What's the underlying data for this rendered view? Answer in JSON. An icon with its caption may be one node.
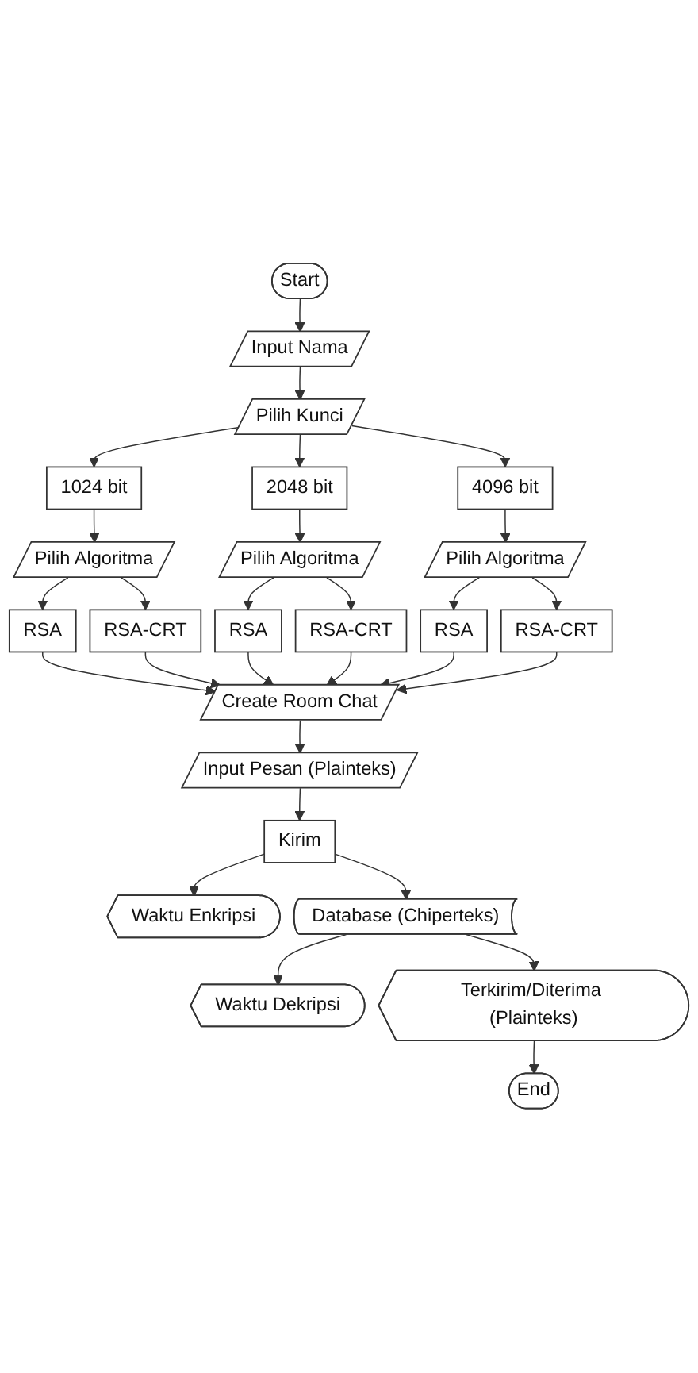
{
  "diagram": {
    "nodes": [
      {
        "text": [
          "Start"
        ]
      },
      {
        "text": [
          "Input Nama"
        ]
      },
      {
        "text": [
          "Pilih Kunci"
        ]
      },
      {
        "text": [
          "1024 bit"
        ]
      },
      {
        "text": [
          "2048 bit"
        ]
      },
      {
        "text": [
          "4096 bit"
        ]
      },
      {
        "text": [
          "Pilih Algoritma"
        ]
      },
      {
        "text": [
          "Pilih Algoritma"
        ]
      },
      {
        "text": [
          "Pilih Algoritma"
        ]
      },
      {
        "text": [
          "RSA"
        ]
      },
      {
        "text": [
          "RSA-CRT"
        ]
      },
      {
        "text": [
          "RSA"
        ]
      },
      {
        "text": [
          "RSA-CRT"
        ]
      },
      {
        "text": [
          "RSA"
        ]
      },
      {
        "text": [
          "RSA-CRT"
        ]
      },
      {
        "text": [
          "Create Room Chat"
        ]
      },
      {
        "text": [
          "Input Pesan (Plainteks)"
        ]
      },
      {
        "text": [
          "Kirim"
        ]
      },
      {
        "text": [
          "Waktu Enkripsi"
        ]
      },
      {
        "text": [
          "Database (Chiperteks)"
        ]
      },
      {
        "text": [
          "Waktu Dekripsi"
        ]
      },
      {
        "text": [
          "Terkirim/Diterima (Plainteks)"
        ]
      },
      {
        "text": [
          "End"
        ]
      }
    ],
    "edges": [
      {
        "from": 0,
        "to": 1,
        "arrow": "to"
      },
      {
        "from": 1,
        "to": 2,
        "arrow": "to"
      },
      {
        "from": 2,
        "to": 3,
        "arrow": "to"
      },
      {
        "from": 2,
        "to": 4,
        "arrow": "to"
      },
      {
        "from": 2,
        "to": 5,
        "arrow": "to"
      },
      {
        "from": 3,
        "to": 6,
        "arrow": "to"
      },
      {
        "from": 4,
        "to": 7,
        "arrow": "to"
      },
      {
        "from": 5,
        "to": 8,
        "arrow": "to"
      },
      {
        "from": 6,
        "to": 9,
        "arrow": "to"
      },
      {
        "from": 6,
        "to": 10,
        "arrow": "to"
      },
      {
        "from": 7,
        "to": 11,
        "arrow": "to"
      },
      {
        "from": 7,
        "to": 12,
        "arrow": "to"
      },
      {
        "from": 8,
        "to": 13,
        "arrow": "to"
      },
      {
        "from": 8,
        "to": 14,
        "arrow": "to"
      },
      {
        "from": 9,
        "to": 15,
        "arrow": "to"
      },
      {
        "from": 10,
        "to": 15,
        "arrow": "to"
      },
      {
        "from": 11,
        "to": 15,
        "arrow": "to"
      },
      {
        "from": 12,
        "to": 15,
        "arrow": "to"
      },
      {
        "from": 13,
        "to": 15,
        "arrow": "to"
      },
      {
        "from": 14,
        "to": 15,
        "arrow": "to"
      },
      {
        "from": 15,
        "to": 16,
        "arrow": "to"
      },
      {
        "from": 16,
        "to": 17,
        "arrow": "to"
      },
      {
        "from": 17,
        "to": 18,
        "arrow": "to"
      },
      {
        "from": 17,
        "to": 19,
        "arrow": "to"
      },
      {
        "from": 19,
        "to": 20,
        "arrow": "to"
      },
      {
        "from": 19,
        "to": 21,
        "arrow": "to"
      },
      {
        "from": 21,
        "to": 22,
        "arrow": "to"
      }
    ]
  }
}
